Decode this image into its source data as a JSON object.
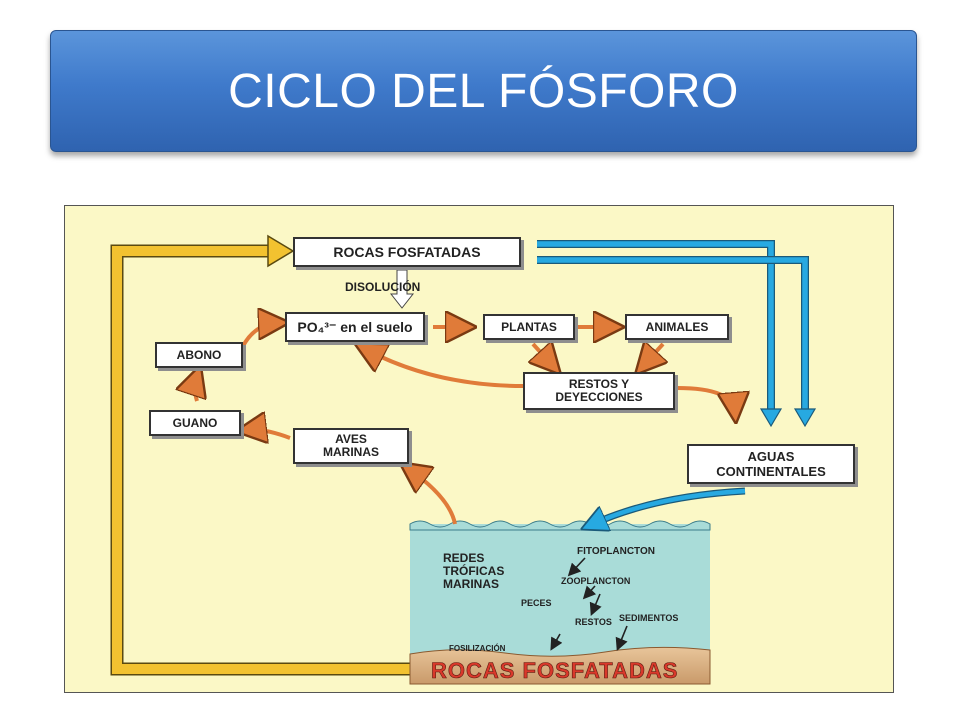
{
  "title": "CICLO DEL FÓSFORO",
  "colors": {
    "title_bar": "#3f7acb",
    "diagram_bg": "#fbf8c6",
    "yellow_arrow": "#f2c230",
    "blue_arrow": "#27a9e1",
    "orange_arrow": "#e07b39",
    "water": "#a9dcd8",
    "rock_text": "#d9392b"
  },
  "diagram": {
    "rocas_top": "ROCAS FOSFATADAS",
    "disolucion": "DISOLUCIÓN",
    "po4_suelo": "PO₄³⁻ en el suelo",
    "plantas": "PLANTAS",
    "animales": "ANIMALES",
    "restos_1": "RESTOS Y",
    "restos_2": "DEYECCIONES",
    "abono": "ABONO",
    "guano": "GUANO",
    "aves_1": "AVES",
    "aves_2": "MARINAS",
    "aguas_1": "AGUAS",
    "aguas_2": "CONTINENTALES",
    "redes_1": "REDES",
    "redes_2": "TRÓFICAS",
    "redes_3": "MARINAS",
    "fitoplancton": "FITOPLANCTON",
    "zooplancton": "ZOOPLANCTON",
    "peces": "PECES",
    "restos_mar": "RESTOS",
    "sedimentos": "SEDIMENTOS",
    "fosilizacion": "FOSILIZACIÓN",
    "rocas_bottom": "ROCAS FOSFATADAS"
  }
}
